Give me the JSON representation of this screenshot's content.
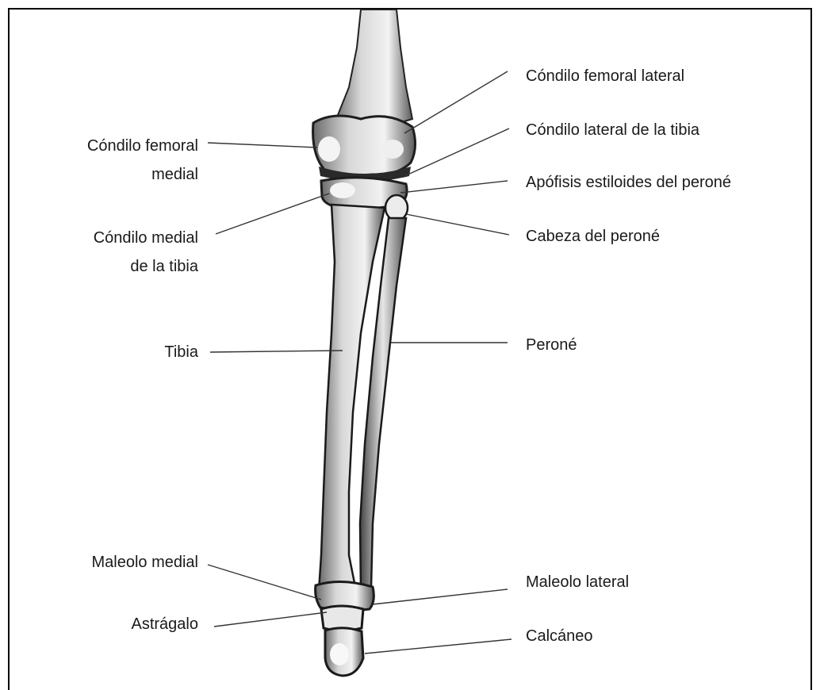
{
  "labels": {
    "condilo_femoral_medial_1": "Cóndilo femoral",
    "condilo_femoral_medial_2": "medial",
    "condilo_medial_tibia_1": "Cóndilo medial",
    "condilo_medial_tibia_2": "de la tibia",
    "tibia": "Tibia",
    "maleolo_medial": "Maleolo medial",
    "astragalo": "Astrágalo",
    "condilo_femoral_lateral": "Cóndilo femoral lateral",
    "condilo_lateral_tibia": "Cóndilo lateral de la tibia",
    "apofisis_estiloides": "Apófisis estiloides del peroné",
    "cabeza_perone": "Cabeza del peroné",
    "perone": "Peroné",
    "maleolo_lateral": "Maleolo lateral",
    "calcaneo": "Calcáneo"
  }
}
